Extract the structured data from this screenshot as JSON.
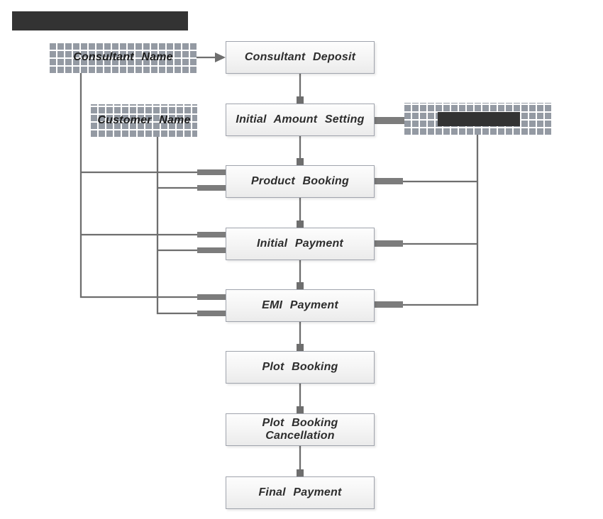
{
  "diagram": {
    "title_bar": {
      "redacted": true
    },
    "nodes": {
      "consultant_name": {
        "label": "Consultant Name",
        "style": "hatched"
      },
      "consultant_deposit": {
        "label": "Consultant Deposit",
        "style": "process"
      },
      "customer_name": {
        "label": "Customer Name",
        "style": "hatched"
      },
      "initial_amount_setting": {
        "label": "Initial Amount Setting",
        "style": "process"
      },
      "external_entity_redacted": {
        "redacted": true,
        "style": "hatched"
      },
      "product_booking": {
        "label": "Product Booking",
        "style": "process"
      },
      "initial_payment": {
        "label": "Initial Payment",
        "style": "process"
      },
      "emi_payment": {
        "label": "EMI Payment",
        "style": "process"
      },
      "plot_booking": {
        "label": "Plot Booking",
        "style": "process"
      },
      "plot_booking_cancellation": {
        "lines": [
          "Plot Booking",
          "Cancellation"
        ],
        "style": "process"
      },
      "final_payment": {
        "label": "Final Payment",
        "style": "process"
      }
    },
    "edges": [
      "consultant-name -> consultant-deposit",
      "consultant-name -> product-booking",
      "consultant-name -> initial-payment",
      "consultant-name -> emi-payment",
      "customer-name -> product-booking",
      "customer-name -> initial-payment",
      "customer-name -> emi-payment",
      "consultant-deposit -> initial-amount-setting",
      "initial-amount-setting -> external-entity-redacted",
      "external-entity-redacted -> product-booking",
      "external-entity-redacted -> initial-payment",
      "external-entity-redacted -> emi-payment",
      "initial-amount-setting -> product-booking",
      "product-booking -> initial-payment",
      "initial-payment -> emi-payment",
      "emi-payment -> plot-booking",
      "plot-booking -> plot-booking-cancellation",
      "plot-booking-cancellation -> final-payment"
    ],
    "colors": {
      "node_border": "#a0a4ad",
      "node_bg_top": "#fdfdfd",
      "node_bg_bottom": "#ebebeb",
      "hatch_gray": "#949aa3",
      "connector": "#6e6e6e",
      "connector_thick": "#7c7c7c",
      "redacted_dark": "#333333",
      "text": "#2d2d2d"
    }
  }
}
